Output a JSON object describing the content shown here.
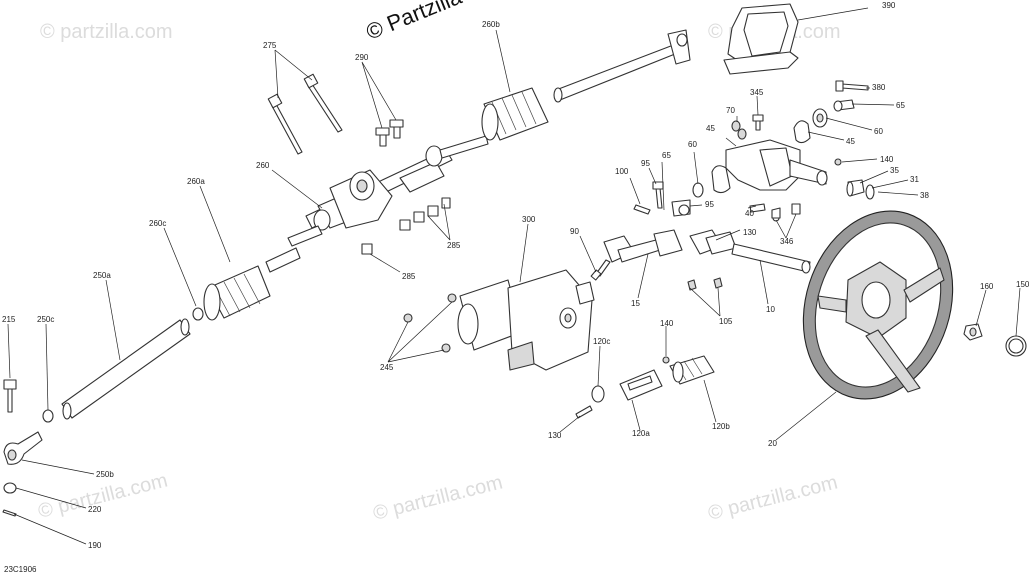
{
  "watermark": {
    "top": "© Partzilla",
    "tile": "© partzilla.com"
  },
  "diagram_code": "23C1906",
  "callouts": {
    "c390": "390",
    "c380": "380",
    "c345": "345",
    "c65a": "65",
    "c70": "70",
    "c60a": "60",
    "c45a": "45",
    "c45b": "45",
    "c140a": "140",
    "c35": "35",
    "c31": "31",
    "c38": "38",
    "c60b": "60",
    "c65b": "65",
    "c95a": "95",
    "c100": "100",
    "c95b": "95",
    "c40": "40",
    "c130a": "130",
    "c346": "346",
    "c90": "90",
    "c15": "15",
    "c10": "10",
    "c105": "105",
    "c300": "300",
    "c275": "275",
    "c290": "290",
    "c260b": "260b",
    "c260": "260",
    "c260a": "260a",
    "c260c": "260c",
    "c285a": "285",
    "c285b": "285",
    "c250a": "250a",
    "c215": "215",
    "c250c": "250c",
    "c245": "245",
    "c140b": "140",
    "c120c": "120c",
    "c130b": "130",
    "c120a": "120a",
    "c120b": "120b",
    "c250b": "250b",
    "c220": "220",
    "c190": "190",
    "c20": "20",
    "c160": "160",
    "c150": "150"
  }
}
